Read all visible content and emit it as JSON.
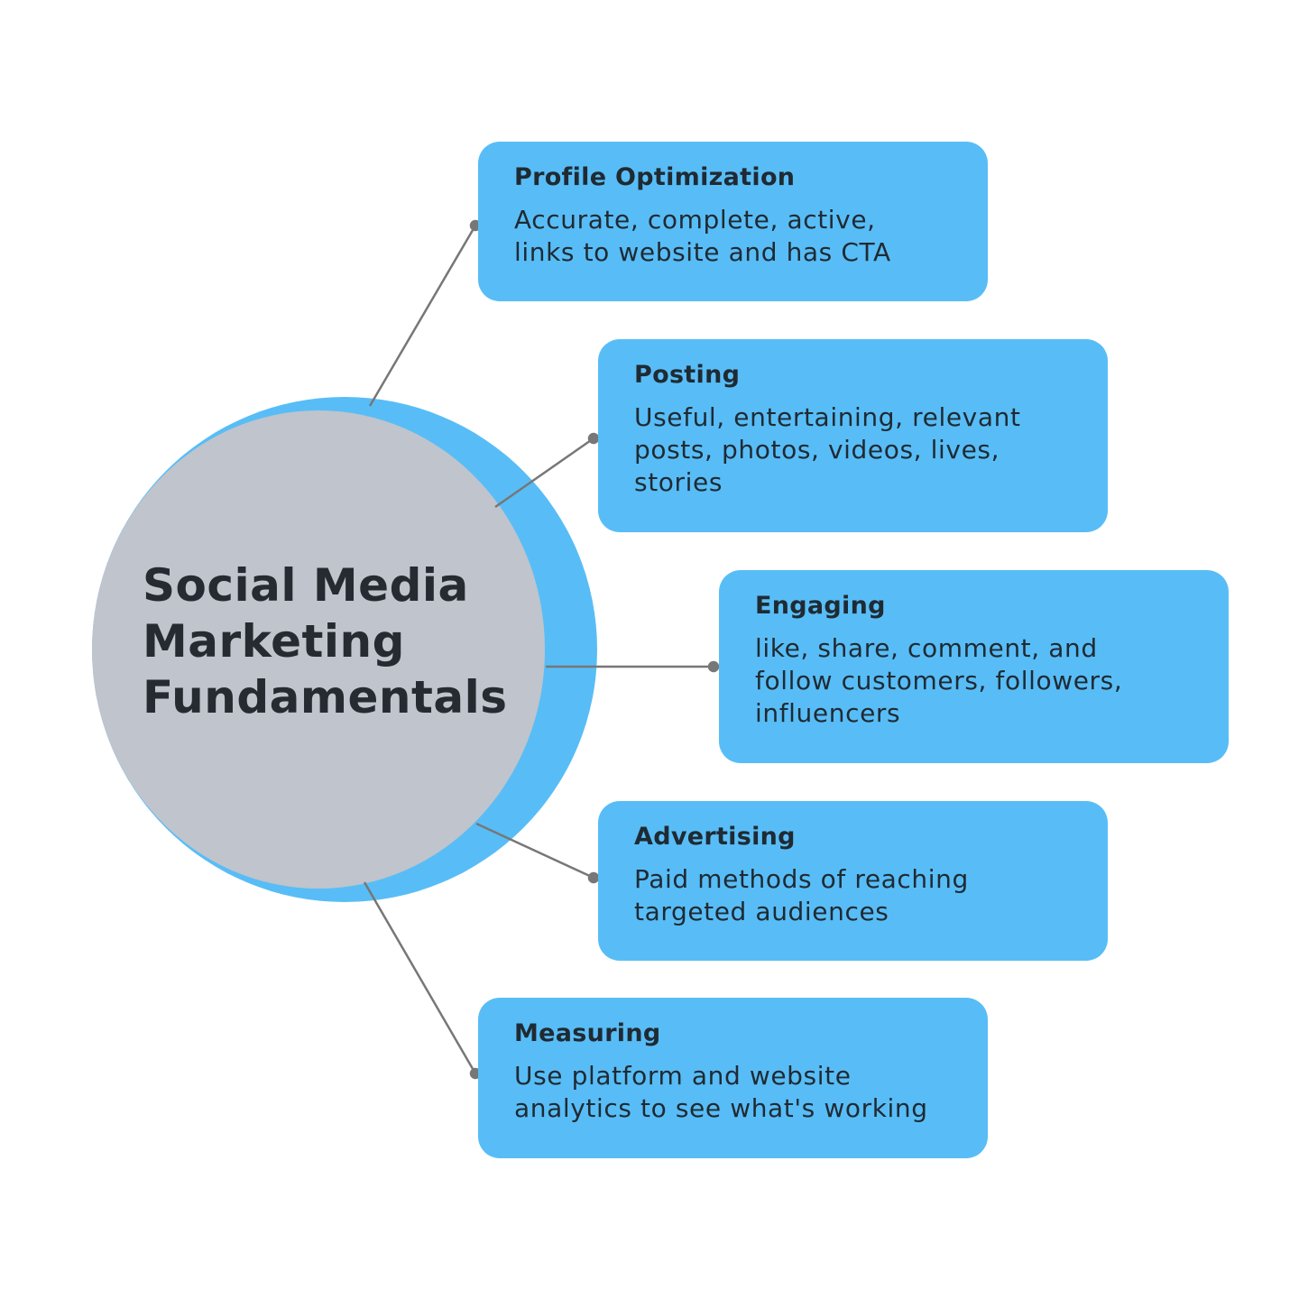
{
  "center": {
    "lines": [
      "Social Media",
      "Marketing",
      "Fundamentals"
    ]
  },
  "colors": {
    "box": "#58bdf6",
    "ring": "#58bdf6",
    "core": "#c0c4cc",
    "connector": "#777777"
  },
  "items": [
    {
      "title": "Profile Optimization",
      "description": "Accurate, complete, active, links to website and has CTA"
    },
    {
      "title": "Posting",
      "description": "Useful, entertaining, relevant posts, photos, videos, lives, stories"
    },
    {
      "title": "Engaging",
      "description": "like, share, comment, and follow customers, followers, influencers"
    },
    {
      "title": "Advertising",
      "description": "Paid methods of reaching targeted audiences"
    },
    {
      "title": "Measuring",
      "description": "Use platform and website analytics to see what's working"
    }
  ]
}
